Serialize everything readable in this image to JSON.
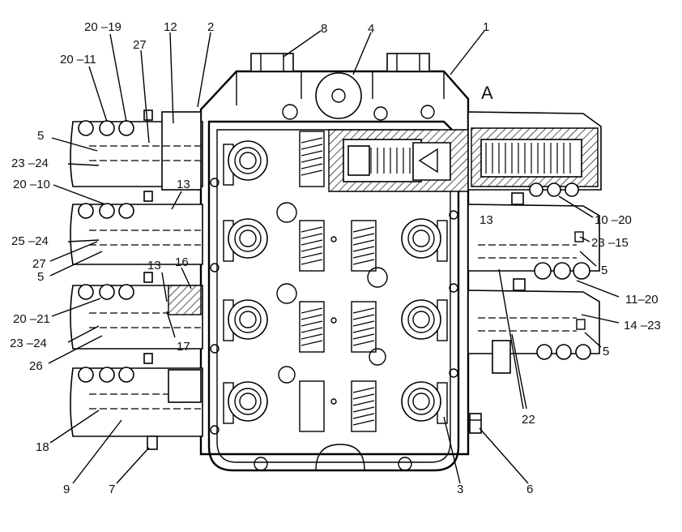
{
  "callouts": [
    {
      "id": "c20-19",
      "text": "20 –19"
    },
    {
      "id": "c12",
      "text": "12"
    },
    {
      "id": "c2",
      "text": "2"
    },
    {
      "id": "c8",
      "text": "8"
    },
    {
      "id": "c4",
      "text": "4"
    },
    {
      "id": "c1",
      "text": "1"
    },
    {
      "id": "c20-11",
      "text": "20 –11"
    },
    {
      "id": "c27a",
      "text": "27"
    },
    {
      "id": "cA",
      "text": "A"
    },
    {
      "id": "c5a",
      "text": "5"
    },
    {
      "id": "c23-24a",
      "text": "23 –24"
    },
    {
      "id": "c20-10",
      "text": "20 –10"
    },
    {
      "id": "c13a",
      "text": "13"
    },
    {
      "id": "c10-20",
      "text": "10 –20"
    },
    {
      "id": "c13b",
      "text": "13"
    },
    {
      "id": "c25-24",
      "text": "25 –24"
    },
    {
      "id": "c23-15",
      "text": "23 –15"
    },
    {
      "id": "c27b",
      "text": "27"
    },
    {
      "id": "c16",
      "text": "16"
    },
    {
      "id": "c5b",
      "text": "5"
    },
    {
      "id": "c5c",
      "text": "5"
    },
    {
      "id": "c13c",
      "text": "13"
    },
    {
      "id": "c11-20",
      "text": "11–20"
    },
    {
      "id": "c20-21",
      "text": "20 –21"
    },
    {
      "id": "c14-23",
      "text": "14 –23"
    },
    {
      "id": "c23-24b",
      "text": "23 –24"
    },
    {
      "id": "c17",
      "text": "17"
    },
    {
      "id": "c5d",
      "text": "5"
    },
    {
      "id": "c26",
      "text": "26"
    },
    {
      "id": "c22",
      "text": "22"
    },
    {
      "id": "c18",
      "text": "18"
    },
    {
      "id": "c9",
      "text": "9"
    },
    {
      "id": "c7",
      "text": "7"
    },
    {
      "id": "c3",
      "text": "3"
    },
    {
      "id": "c6",
      "text": "6"
    }
  ]
}
